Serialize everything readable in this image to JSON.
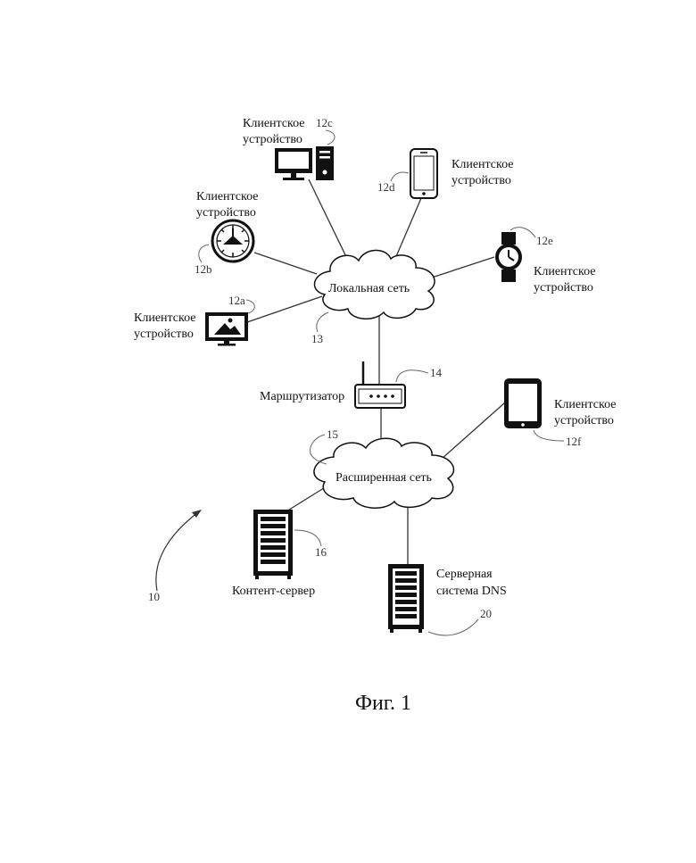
{
  "figure": {
    "caption": "Фиг. 1",
    "system_ref": "10"
  },
  "networks": {
    "lan": {
      "label": "Локальная сеть",
      "ref": "13"
    },
    "wan": {
      "label": "Расширенная сеть",
      "ref": "15"
    }
  },
  "router": {
    "label": "Маршрутизатор",
    "ref": "14"
  },
  "clients": {
    "c12a": {
      "line1": "Клиентское",
      "line2": "устройство",
      "ref": "12a",
      "icon": "tv-icon"
    },
    "c12b": {
      "line1": "Клиентское",
      "line2": "устройство",
      "ref": "12b",
      "icon": "gauge-icon"
    },
    "c12c": {
      "line1": "Клиентское",
      "line2": "устройство",
      "ref": "12c",
      "icon": "desktop-computer-icon"
    },
    "c12d": {
      "line1": "Клиентское",
      "line2": "устройство",
      "ref": "12d",
      "icon": "smartphone-icon"
    },
    "c12e": {
      "line1": "Клиентское",
      "line2": "устройство",
      "ref": "12e",
      "icon": "smartwatch-icon"
    },
    "c12f": {
      "line1": "Клиентское",
      "line2": "устройство",
      "ref": "12f",
      "icon": "tablet-icon"
    }
  },
  "servers": {
    "content": {
      "label": "Контент-сервер",
      "ref": "16",
      "icon": "server-rack-icon"
    },
    "dns": {
      "line1": "Серверная",
      "line2": "система DNS",
      "ref": "20",
      "icon": "server-rack-icon"
    }
  }
}
